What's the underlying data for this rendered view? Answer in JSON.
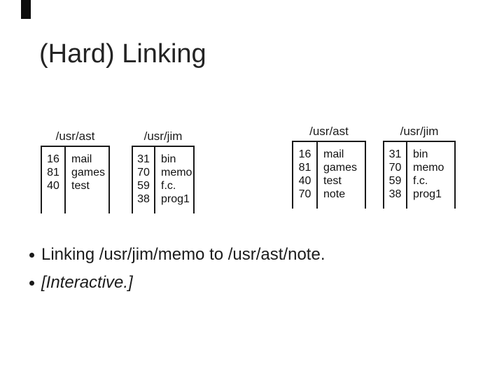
{
  "slide": {
    "title": "(Hard) Linking",
    "bullets": [
      {
        "text": "Linking /usr/jim/memo to /usr/ast/note.",
        "style": "normal"
      },
      {
        "text": "[Interactive.]",
        "style": "italic"
      }
    ]
  },
  "figure": {
    "tables": [
      {
        "path": "/usr/ast",
        "rows": [
          {
            "inode": "16",
            "name": "mail"
          },
          {
            "inode": "81",
            "name": "games"
          },
          {
            "inode": "40",
            "name": "test"
          }
        ]
      },
      {
        "path": "/usr/jim",
        "rows": [
          {
            "inode": "31",
            "name": "bin"
          },
          {
            "inode": "70",
            "name": "memo"
          },
          {
            "inode": "59",
            "name": "f.c."
          },
          {
            "inode": "38",
            "name": "prog1"
          }
        ]
      },
      {
        "path": "/usr/ast",
        "rows": [
          {
            "inode": "16",
            "name": "mail"
          },
          {
            "inode": "81",
            "name": "games"
          },
          {
            "inode": "40",
            "name": "test"
          },
          {
            "inode": "70",
            "name": "note"
          }
        ]
      },
      {
        "path": "/usr/jim",
        "rows": [
          {
            "inode": "31",
            "name": "bin"
          },
          {
            "inode": "70",
            "name": "memo"
          },
          {
            "inode": "59",
            "name": "f.c."
          },
          {
            "inode": "38",
            "name": "prog1"
          }
        ]
      }
    ]
  },
  "colors": {
    "background": "#ffffff",
    "ink": "#1a1a1a",
    "corner_mark": "#0d0d0d"
  }
}
